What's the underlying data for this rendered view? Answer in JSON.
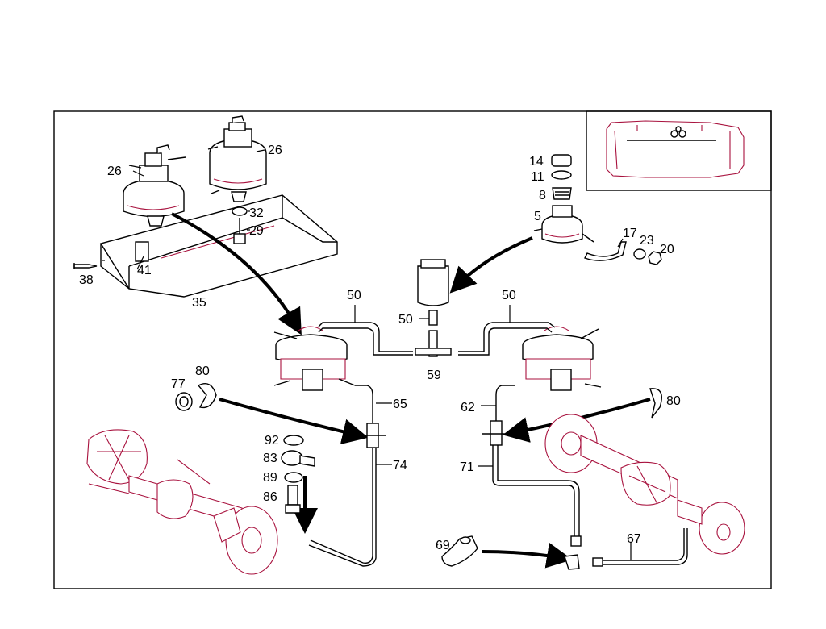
{
  "labels": {
    "l26a": "26",
    "l26b": "26",
    "l32": "32",
    "l29": "29",
    "l41": "41",
    "l38": "38",
    "l35": "35",
    "l14": "14",
    "l11": "11",
    "l8": "8",
    "l5": "5",
    "l17": "17",
    "l23": "23",
    "l20": "20",
    "l50a": "50",
    "l50b": "50",
    "l50c": "50",
    "l59": "59",
    "l80a": "80",
    "l77": "77",
    "l65": "65",
    "l92": "92",
    "l83": "83",
    "l89": "89",
    "l86": "86",
    "l74": "74",
    "l62": "62",
    "l80b": "80",
    "l71": "71",
    "l69": "69",
    "l67": "67"
  },
  "colors": {
    "line": "#000000",
    "accent": "#a8123e",
    "background": "#ffffff"
  }
}
